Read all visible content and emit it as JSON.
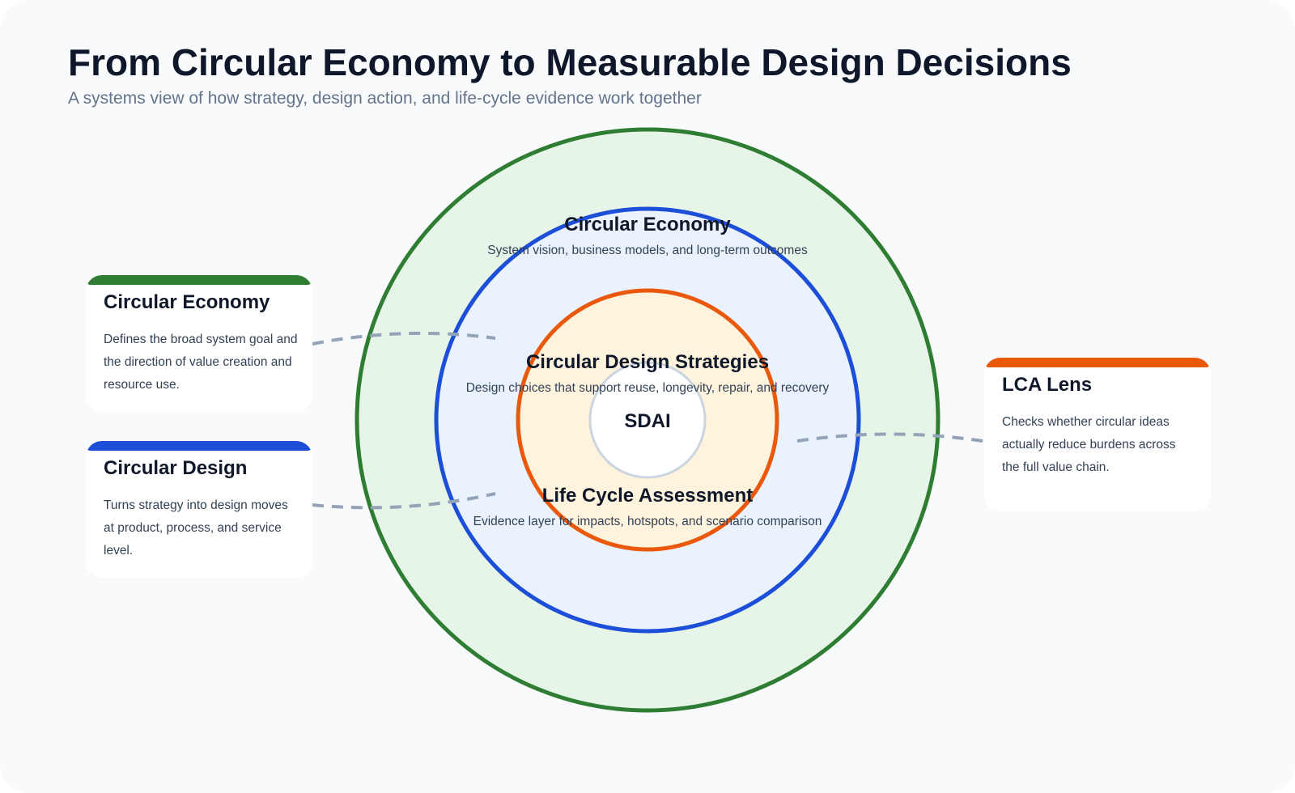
{
  "header": {
    "title": "From Circular Economy to Measurable Design Decisions",
    "subtitle": "A systems view of how strategy, design action, and life-cycle evidence work together"
  },
  "rings": {
    "outer": {
      "title": "Circular Economy",
      "description": "System vision, business models, and long-term outcomes",
      "color": "#2e7d32",
      "fill": "#e7f5e9"
    },
    "middle": {
      "title": "Circular Design Strategies",
      "description": "Design choices that support reuse, longevity, repair, and recovery",
      "color": "#1d4ed8",
      "fill": "#eaf2fe"
    },
    "inner": {
      "title": "Life Cycle Assessment",
      "description": "Evidence layer for impacts, hotspots, and scenario comparison",
      "color": "#ea580c",
      "fill": "#fef3dc"
    },
    "core": {
      "label": "SDAI",
      "color": "#cbd5e1",
      "fill": "#ffffff"
    }
  },
  "cards": {
    "circular_economy": {
      "title": "Circular Economy",
      "description": "Defines the broad system goal and the direction of value creation and resource use.",
      "color": "#2e7d32"
    },
    "circular_design": {
      "title": "Circular Design",
      "description": "Turns strategy into design moves at product, process, and service level.",
      "color": "#1d4ed8"
    },
    "lca_lens": {
      "title": "LCA Lens",
      "description": "Checks whether circular ideas actually reduce burdens across the full value chain.",
      "color": "#ea580c"
    }
  },
  "connector_color": "#94a3b8"
}
